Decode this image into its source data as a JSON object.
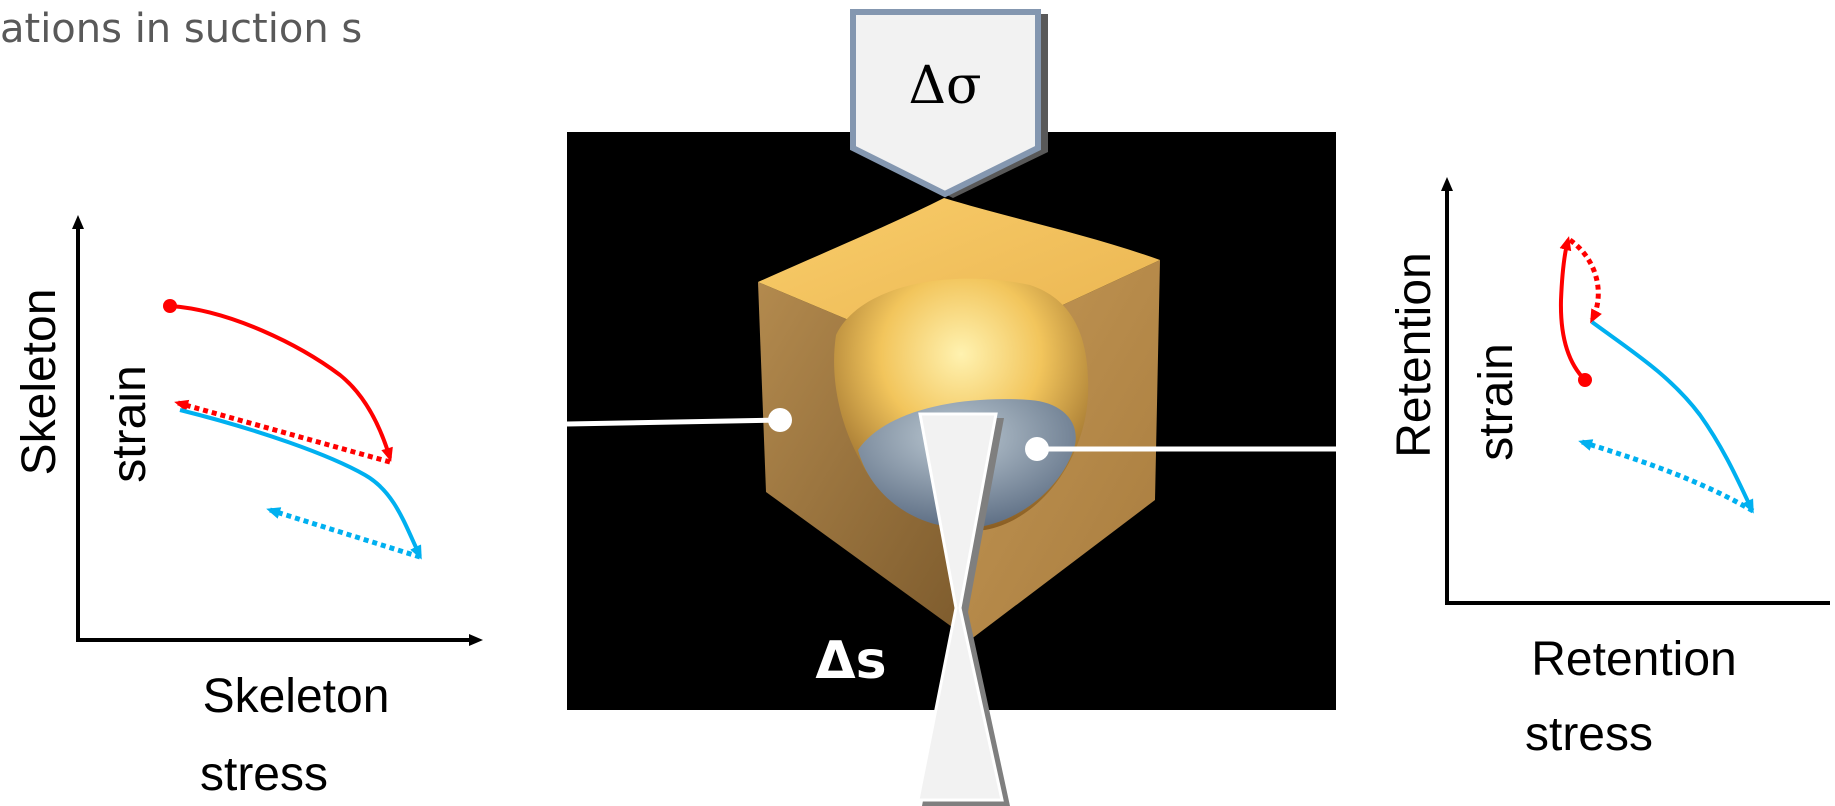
{
  "slide": {
    "title_fragment": "ations in suction s"
  },
  "left_plot": {
    "y_label_line1": "Skeleton",
    "y_label_line2": "strain",
    "x_label_line1": "Skeleton",
    "x_label_line2": "stress"
  },
  "right_plot": {
    "y_label_line1": "Retention",
    "y_label_line2": "strain",
    "x_label_line1": "Retention",
    "x_label_line2": "stress"
  },
  "center": {
    "stress_increment_symbol": "Δσ",
    "suction_increment_symbol": "Δs"
  },
  "colors": {
    "loading_path": "#ff0000",
    "wetting_path": "#00b0f0",
    "axis": "#000000",
    "grain": "#e8b25a",
    "water": "#8aa0b8"
  }
}
